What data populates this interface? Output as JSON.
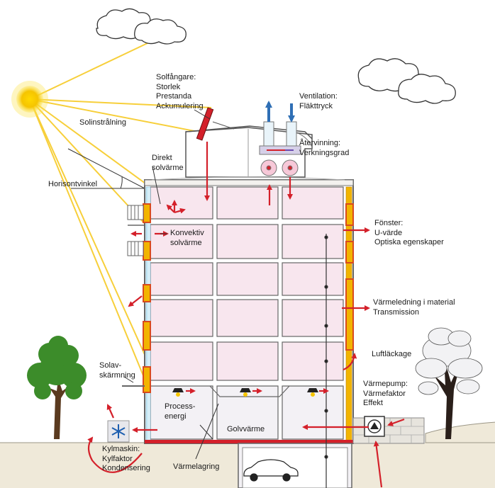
{
  "labels": {
    "solfangare": [
      "Solfångare:",
      "Storlek",
      "Prestanda",
      "Ackumulering"
    ],
    "ventilation": [
      "Ventilation:",
      "Fläkttryck"
    ],
    "atervinning": [
      "Återvinning:",
      "Verkningsgrad"
    ],
    "solinstralning": [
      "Solinstrålning"
    ],
    "direkt": [
      "Direkt",
      "solvärme"
    ],
    "horisontvinkel": [
      "Horisontvinkel"
    ],
    "konvektiv": [
      "Konvektiv",
      "solvärme"
    ],
    "fonster": [
      "Fönster:",
      "U-värde",
      "Optiska egenskaper"
    ],
    "varmeledning": [
      "Värmeledning i material",
      "Transmission"
    ],
    "luftlackage": [
      "Luftläckage"
    ],
    "solavskarmning": [
      "Solav-",
      "skärmning"
    ],
    "varmepump": [
      "Värmepump:",
      "Värmefaktor",
      "Effekt"
    ],
    "processenergi": [
      "Process-",
      "energi"
    ],
    "golvvarme": [
      "Golvvärme"
    ],
    "kylmaskin": [
      "Kylmaskin:",
      "Kylfaktor",
      "Kondensering"
    ],
    "varmelagring": [
      "Värmelagring"
    ]
  },
  "colors": {
    "sun": "#f5c400",
    "sun_glow": "#fbe24a",
    "ray": "#f7cf3a",
    "arrow": "#d4202a",
    "duct_exhaust": "#2f6fb5",
    "room_fill": "#f8e6ee",
    "slab": "#f3f1ee",
    "insulation": "#f2b400",
    "window_frame": "#d94a1e",
    "basement": "#f3f1f5",
    "ground": "#efe9d9",
    "tree_green": "#3c8c2a",
    "text": "#1a1a1a"
  },
  "icons": [
    "sun-icon",
    "cloud-icon",
    "solar-collector-icon",
    "fan-icon",
    "ceiling-lamp-icon",
    "snowflake-icon",
    "heat-pump-icon",
    "car-icon",
    "tree-icon",
    "snow-tree-icon",
    "balcony-icon"
  ]
}
